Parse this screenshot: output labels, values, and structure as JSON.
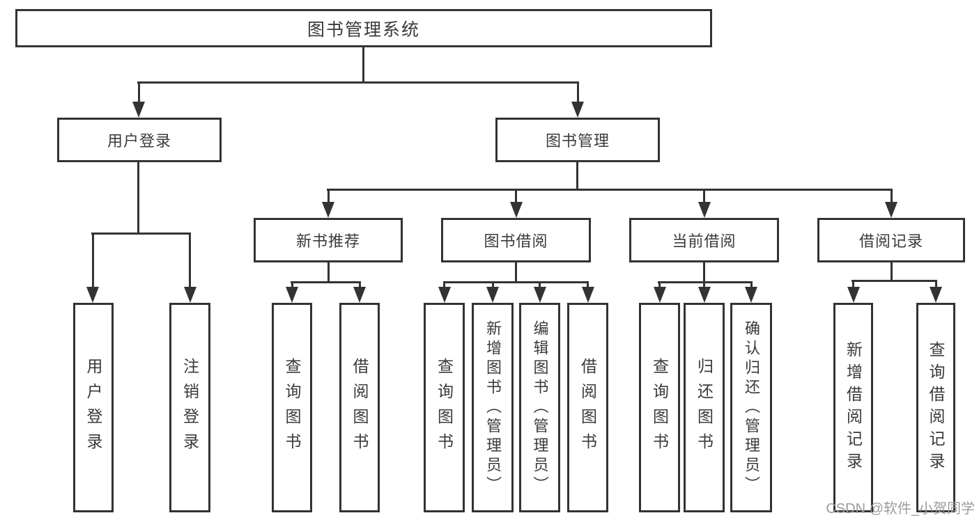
{
  "diagram": {
    "root": "图书管理系统",
    "level2": {
      "user_login": "用户登录",
      "book_management": "图书管理"
    },
    "level3": {
      "new_book_recommend": "新书推荐",
      "book_borrow": "图书借阅",
      "current_borrow": "当前借阅",
      "borrow_records": "借阅记录"
    },
    "leaves": {
      "login_user_login": "用户登录",
      "login_logout": "注销登录",
      "recommend_query_books": "查询图书",
      "recommend_borrow_books": "借阅图书",
      "borrow_query_books": "查询图书",
      "borrow_add_books_admin": "新增图书（管理员）",
      "borrow_edit_books_admin": "编辑图书（管理员）",
      "borrow_borrow_books": "借阅图书",
      "current_query_books": "查询图书",
      "current_return_books": "归还图书",
      "current_confirm_return_admin": "确认归还（管理员）",
      "records_add_record": "新增借阅记录",
      "records_query_record": "查询借阅记录"
    }
  },
  "watermark": "CSDN @软件_小贺同学",
  "colors": {
    "line": "#333333",
    "text": "#3a3a3a",
    "watermark": "#9c9c9c",
    "background": "#ffffff"
  }
}
